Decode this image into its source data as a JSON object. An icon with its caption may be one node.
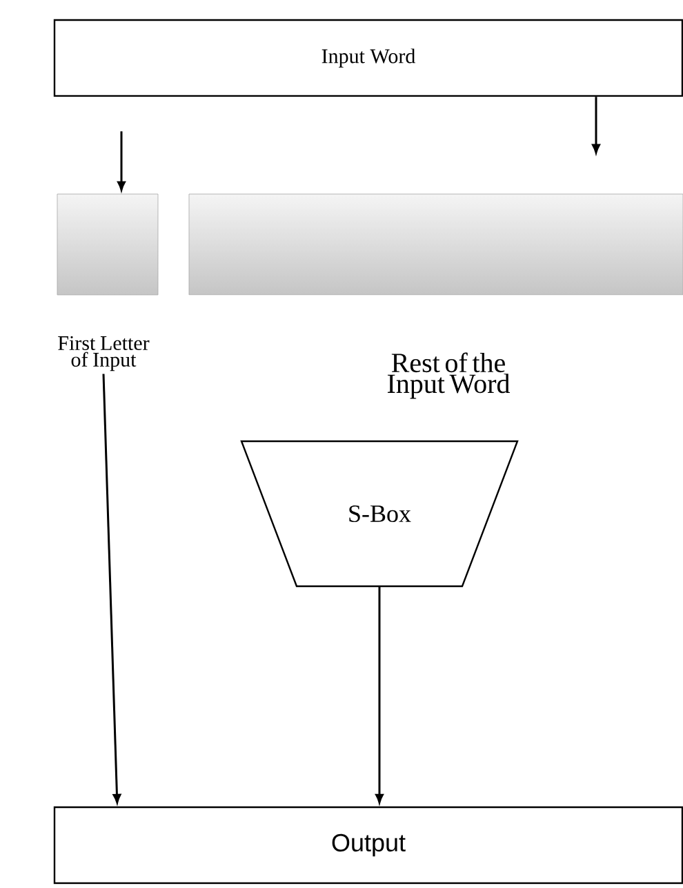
{
  "diagram": {
    "nodes": [
      {
        "text": [
          "Input Word"
        ]
      },
      {
        "text": [],
        "shape": "box"
      },
      {
        "text": [],
        "shape": "box"
      },
      {
        "text": [
          "First Letter of Input"
        ]
      },
      {
        "text": [
          "S-Box"
        ]
      },
      {
        "text": [
          "Output"
        ]
      }
    ],
    "edges": [
      {
        "from": 0,
        "to": 1,
        "arrow": "to"
      },
      {
        "from": 0,
        "to": 2,
        "arrow": "to"
      },
      {
        "from": 3,
        "to": 5,
        "arrow": "to"
      },
      {
        "from": 4,
        "to": 5,
        "arrow": "to"
      }
    ],
    "labels": [
      "Rest of the Input Word"
    ]
  }
}
